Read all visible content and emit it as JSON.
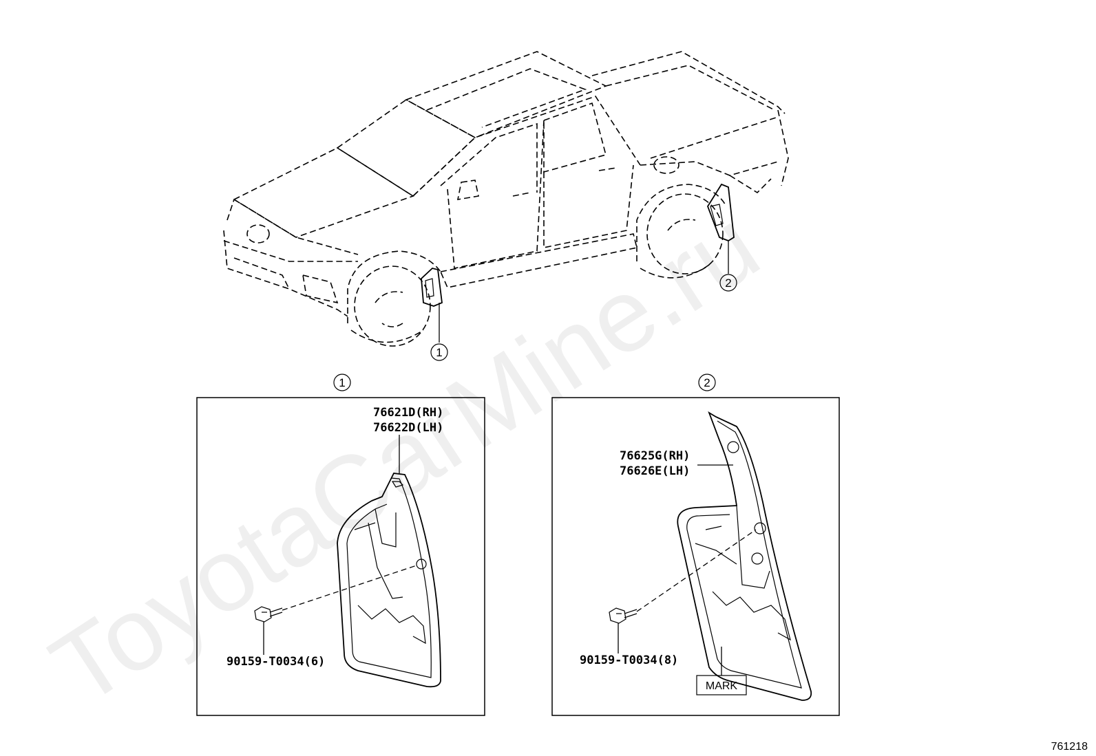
{
  "watermark": "ToyotaCarMine.ru",
  "callouts": {
    "truck_front": "1",
    "truck_rear": "2",
    "panel_front": "1",
    "panel_rear": "2"
  },
  "panel_front": {
    "part_rh": "76621D(RH)",
    "part_lh": "76622D(LH)",
    "screw": "90159-T0034(6)"
  },
  "panel_rear": {
    "part_rh": "76625G(RH)",
    "part_lh": "76626E(LH)",
    "screw": "90159-T0034(8)",
    "mark": "MARK"
  },
  "reference": "761218"
}
